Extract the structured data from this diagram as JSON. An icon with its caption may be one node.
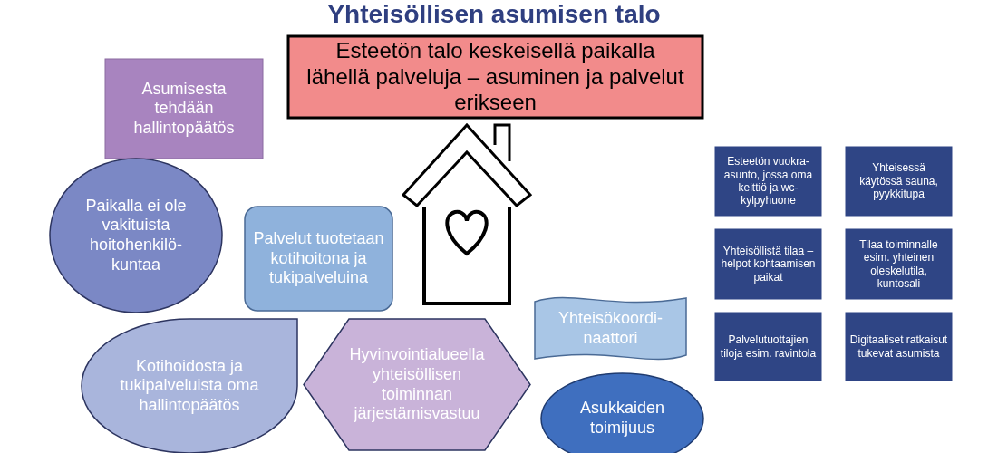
{
  "diagram": {
    "title": "Yhteisöllisen asumisen talo",
    "nodes": [
      {
        "text": [
          "Esteetön talo keskeisellä paikalla lähellä palveluja – asuminen ja palvelut erikseen"
        ]
      },
      {
        "text": [
          "Asumisesta tehdään hallintopäätös"
        ]
      },
      {
        "text": [
          "Paikalla ei ole vakituista hoitohenkilö-kuntaa"
        ]
      },
      {
        "text": [
          "Palvelut tuotetaan kotihoitona ja tukipalveluina"
        ]
      },
      {
        "text": [
          "Kotihoidosta ja tukipalveluista oma hallintopäätös"
        ]
      },
      {
        "text": [
          "Hyvinvointialueella yhteisöllisen toiminnan järjestämisvastuu"
        ]
      },
      {
        "text": [
          "Yhteisökoordi-naattori"
        ]
      },
      {
        "text": [
          "Asukkaiden toimijuus"
        ]
      },
      {
        "text": [
          "Esteetön vuokra-asunto, jossa oma keittiö ja wc-kylpyhuone"
        ]
      },
      {
        "text": [
          "Yhteisessä käytössä sauna, pyykkitupa"
        ]
      },
      {
        "text": [
          "Yhteisöllistä tilaa – helpot kohtaamisen paikat"
        ]
      },
      {
        "text": [
          "Tilaa toiminnalle esim. yhteinen oleskelutila, kuntosali"
        ]
      },
      {
        "text": [
          "Palvelutuottajien tiloja esim. ravintola"
        ]
      },
      {
        "text": [
          "Digitaaliset ratkaisut tukevat asumista"
        ]
      }
    ],
    "edges": []
  }
}
